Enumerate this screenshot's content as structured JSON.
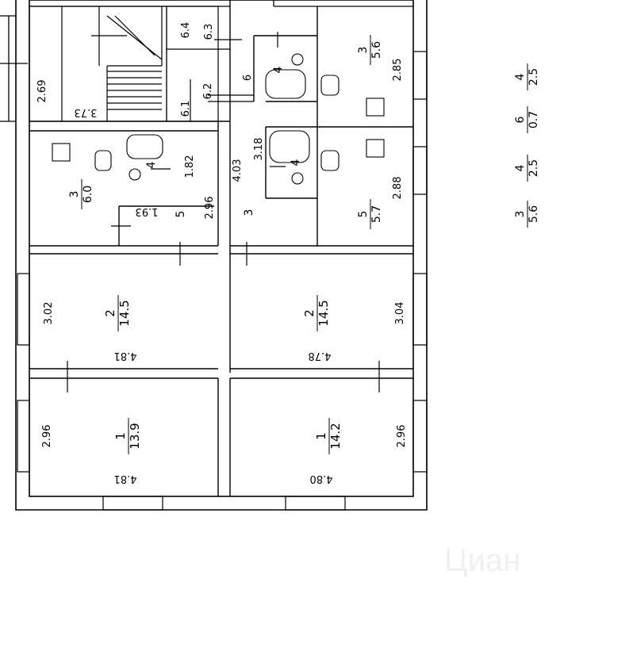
{
  "watermark": "Циан",
  "rooms": {
    "kitchen_br": {
      "num": "1",
      "area": "14.2",
      "w": "2.96",
      "l": "4.80"
    },
    "kitchen_bl": {
      "num": "1",
      "area": "13.9",
      "w": "2.96",
      "l": "4.81"
    },
    "living_mr": {
      "num": "2",
      "area": "14.5",
      "w": "3.04",
      "l": "4.78"
    },
    "living_ml": {
      "num": "2",
      "area": "14.5",
      "w": "3.02",
      "l": "4.81"
    },
    "hall_tr": {
      "num": "3",
      "area": "5.6",
      "w": "2.85"
    },
    "hall_ml": {
      "num": "3",
      "area": "6.0"
    },
    "hall_mr": {
      "num": "5",
      "area": "5.7",
      "w": "2.88"
    },
    "corridor_m": {
      "num": "3",
      "w": "4.03"
    },
    "bath_tr": {
      "num": "4"
    },
    "bath_mr": {
      "num": "4",
      "w": "3.18"
    },
    "bath_ml": {
      "num": "4",
      "w": "1.82"
    },
    "room5_l": {
      "num": "5",
      "w": "2.96",
      "l": "1.93"
    },
    "stair": {
      "w": "2.69",
      "l": "3.73"
    },
    "pantry": {
      "a": "6",
      "b": "6.3",
      "c": "6.4",
      "d": "6.2",
      "e": "6.1"
    }
  },
  "legend": [
    {
      "num": "4",
      "area": "2.5"
    },
    {
      "num": "6",
      "area": "0.7"
    },
    {
      "num": "4",
      "area": "2.5"
    },
    {
      "num": "3",
      "area": "5.6"
    }
  ]
}
